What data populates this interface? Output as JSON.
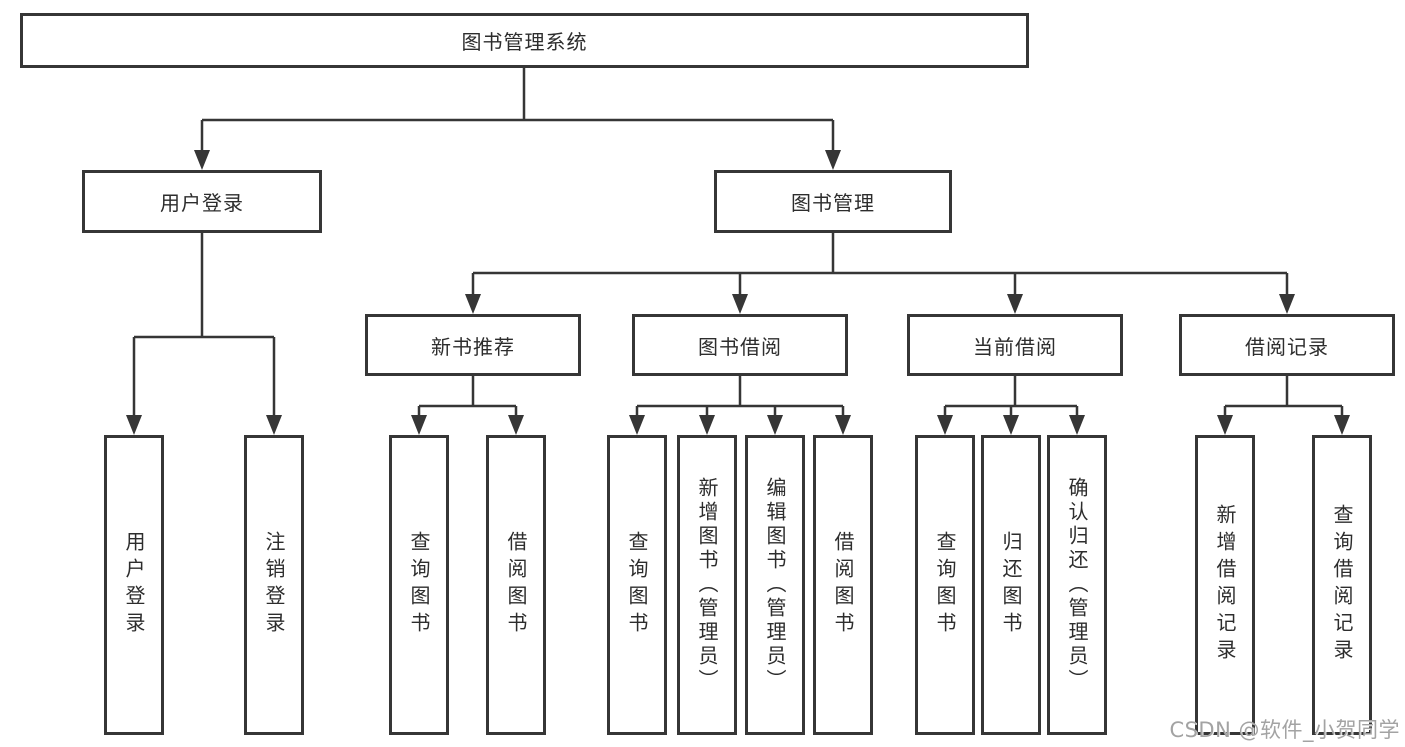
{
  "nodes": {
    "root": {
      "label": "图书管理系统"
    },
    "user_login": {
      "label": "用户登录"
    },
    "book_mgmt": {
      "label": "图书管理"
    },
    "new_book_rec": {
      "label": "新书推荐"
    },
    "book_borrow": {
      "label": "图书借阅"
    },
    "current_borrow": {
      "label": "当前借阅"
    },
    "borrow_record": {
      "label": "借阅记录"
    },
    "leaf_user_login": {
      "label": "用户登录"
    },
    "leaf_logout": {
      "label": "注销登录"
    },
    "leaf_query_book_rec": {
      "label": "查询图书"
    },
    "leaf_borrow_book_rec": {
      "label": "借阅图书"
    },
    "leaf_query_book_borrow": {
      "label": "查询图书"
    },
    "leaf_add_book_admin": {
      "label": "新增图书（管理员）"
    },
    "leaf_edit_book_admin": {
      "label": "编辑图书（管理员）"
    },
    "leaf_borrow_book_borrow": {
      "label": "借阅图书"
    },
    "leaf_query_book_current": {
      "label": "查询图书"
    },
    "leaf_return_book": {
      "label": "归还图书"
    },
    "leaf_confirm_return_admin": {
      "label": "确认归还（管理员）"
    },
    "leaf_add_borrow_record": {
      "label": "新增借阅记录"
    },
    "leaf_query_borrow_record": {
      "label": "查询借阅记录"
    }
  },
  "edges": [
    [
      "root",
      "user_login"
    ],
    [
      "root",
      "book_mgmt"
    ],
    [
      "user_login",
      "leaf_user_login"
    ],
    [
      "user_login",
      "leaf_logout"
    ],
    [
      "book_mgmt",
      "new_book_rec"
    ],
    [
      "book_mgmt",
      "book_borrow"
    ],
    [
      "book_mgmt",
      "current_borrow"
    ],
    [
      "book_mgmt",
      "borrow_record"
    ],
    [
      "new_book_rec",
      "leaf_query_book_rec"
    ],
    [
      "new_book_rec",
      "leaf_borrow_book_rec"
    ],
    [
      "book_borrow",
      "leaf_query_book_borrow"
    ],
    [
      "book_borrow",
      "leaf_add_book_admin"
    ],
    [
      "book_borrow",
      "leaf_edit_book_admin"
    ],
    [
      "book_borrow",
      "leaf_borrow_book_borrow"
    ],
    [
      "current_borrow",
      "leaf_query_book_current"
    ],
    [
      "current_borrow",
      "leaf_return_book"
    ],
    [
      "current_borrow",
      "leaf_confirm_return_admin"
    ],
    [
      "borrow_record",
      "leaf_add_borrow_record"
    ],
    [
      "borrow_record",
      "leaf_query_borrow_record"
    ]
  ],
  "watermark": {
    "text": "CSDN @软件_小贺同学"
  },
  "colors": {
    "line": "#363636",
    "box_border": "#363636",
    "box_fill": "#ffffff",
    "text": "#2d2d2d",
    "watermark": "#a3a3a3"
  }
}
